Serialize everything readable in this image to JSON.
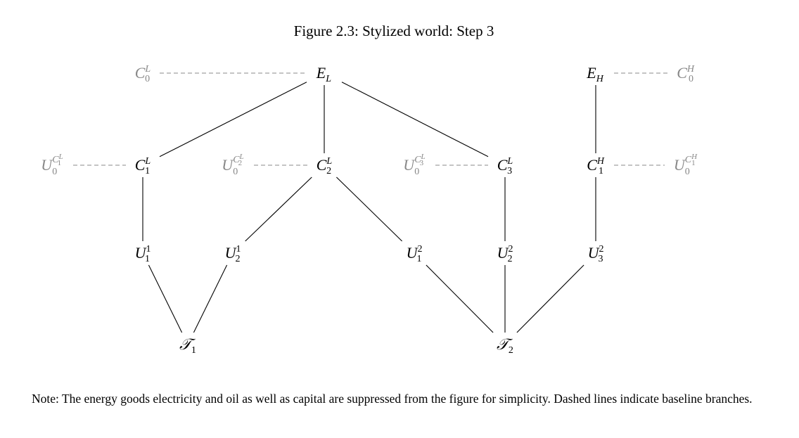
{
  "title": "Figure 2.3: Stylized world: Step 3",
  "note": "Note: The energy goods electricity and oil as well as capital are suppressed from the figure for simplicity. Dashed lines indicate baseline branches.",
  "nodes": [
    {
      "id": "C0L",
      "base": "C",
      "sup": "L",
      "sub": "0",
      "style": "baseline"
    },
    {
      "id": "EL",
      "base": "E",
      "sub": "L",
      "style": "active"
    },
    {
      "id": "EH",
      "base": "E",
      "sub": "H",
      "style": "active"
    },
    {
      "id": "C0H",
      "base": "C",
      "sup": "H",
      "sub": "0",
      "style": "baseline"
    },
    {
      "id": "U0C1L",
      "base": "U",
      "sub": "0",
      "supBase": "C",
      "supSup": "L",
      "supSub": "1",
      "style": "baseline"
    },
    {
      "id": "C1L",
      "base": "C",
      "sup": "L",
      "sub": "1",
      "style": "active"
    },
    {
      "id": "U0C2L",
      "base": "U",
      "sub": "0",
      "supBase": "C",
      "supSup": "L",
      "supSub": "2",
      "style": "baseline"
    },
    {
      "id": "C2L",
      "base": "C",
      "sup": "L",
      "sub": "2",
      "style": "active"
    },
    {
      "id": "U0C3L",
      "base": "U",
      "sub": "0",
      "supBase": "C",
      "supSup": "L",
      "supSub": "3",
      "style": "baseline"
    },
    {
      "id": "C3L",
      "base": "C",
      "sup": "L",
      "sub": "3",
      "style": "active"
    },
    {
      "id": "C1H",
      "base": "C",
      "sup": "H",
      "sub": "1",
      "style": "active"
    },
    {
      "id": "U0C1H",
      "base": "U",
      "sub": "0",
      "supBase": "C",
      "supSup": "H",
      "supSub": "1",
      "style": "baseline"
    },
    {
      "id": "U11",
      "base": "U",
      "sup": "1",
      "sub": "1",
      "style": "active"
    },
    {
      "id": "U12",
      "base": "U",
      "sup": "1",
      "sub": "2",
      "style": "active"
    },
    {
      "id": "U21",
      "base": "U",
      "sup": "2",
      "sub": "1",
      "style": "active"
    },
    {
      "id": "U22",
      "base": "U",
      "sup": "2",
      "sub": "2",
      "style": "active"
    },
    {
      "id": "U23",
      "base": "U",
      "sup": "2",
      "sub": "3",
      "style": "active"
    },
    {
      "id": "T1",
      "base": "T",
      "sub": "1",
      "style": "active"
    },
    {
      "id": "T2",
      "base": "T",
      "sub": "2",
      "style": "active"
    }
  ],
  "edges": [
    {
      "from": "C0L",
      "to": "EL",
      "type": "dashed"
    },
    {
      "from": "EH",
      "to": "C0H",
      "type": "dashed"
    },
    {
      "from": "EL",
      "to": "C1L",
      "type": "solid"
    },
    {
      "from": "EL",
      "to": "C2L",
      "type": "solid"
    },
    {
      "from": "EL",
      "to": "C3L",
      "type": "solid"
    },
    {
      "from": "EH",
      "to": "C1H",
      "type": "solid"
    },
    {
      "from": "U0C1L",
      "to": "C1L",
      "type": "dashed"
    },
    {
      "from": "U0C2L",
      "to": "C2L",
      "type": "dashed"
    },
    {
      "from": "U0C3L",
      "to": "C3L",
      "type": "dashed"
    },
    {
      "from": "C1H",
      "to": "U0C1H",
      "type": "dashed"
    },
    {
      "from": "C1L",
      "to": "U11",
      "type": "solid"
    },
    {
      "from": "C2L",
      "to": "U12",
      "type": "solid"
    },
    {
      "from": "C2L",
      "to": "U21",
      "type": "solid"
    },
    {
      "from": "C3L",
      "to": "U22",
      "type": "solid"
    },
    {
      "from": "C1H",
      "to": "U23",
      "type": "solid"
    },
    {
      "from": "U11",
      "to": "T1",
      "type": "solid"
    },
    {
      "from": "U12",
      "to": "T1",
      "type": "solid"
    },
    {
      "from": "U21",
      "to": "T2",
      "type": "solid"
    },
    {
      "from": "U22",
      "to": "T2",
      "type": "solid"
    },
    {
      "from": "U23",
      "to": "T2",
      "type": "solid"
    }
  ]
}
